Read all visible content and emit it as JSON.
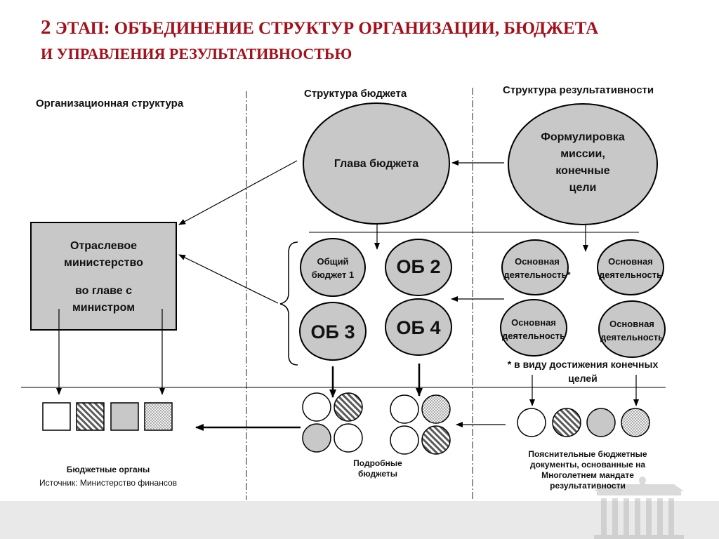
{
  "title": {
    "line1_num": "2",
    "line1_text": "ЭТАП: ОБЪЕДИНЕНИЕ СТРУКТУР ОРГАНИЗАЦИИ, БЮДЖЕТА",
    "line2": "И УПРАВЛЕНИЯ РЕЗУЛЬТАТИВНОСТЬЮ"
  },
  "columns": {
    "org": "Организационная структура",
    "budget": "Структура бюджета",
    "performance": "Структура результативности"
  },
  "ministry": {
    "line1": "Отраслевое",
    "line2": "министерство",
    "line3": "во главе с",
    "line4": "министром"
  },
  "budget_head": "Глава бюджета",
  "mission": {
    "line1": "Формулировка",
    "line2": "миссии,",
    "line3": "конечные",
    "line4": "цели"
  },
  "budgets": {
    "general_line1": "Общий",
    "general_line2": "бюджет 1",
    "ob2": "ОБ 2",
    "ob3": "ОБ 3",
    "ob4": "ОБ 4"
  },
  "activities": {
    "a1_line1": "Основная",
    "a1_line2": "деятельность*",
    "a2_line1": "Основная",
    "a2_line2": "деятельность",
    "a3_line1": "Основная",
    "a3_line2": "деятельность",
    "a4_line1": "Основная",
    "a4_line2": "деятельность"
  },
  "footnote": {
    "line1": "* в виду достижения конечных",
    "line2": "целей"
  },
  "bottom_labels": {
    "budget_bodies": "Бюджетные органы",
    "source": "Источник: Министерство финансов",
    "detailed_line1": "Подробные",
    "detailed_line2": "бюджеты",
    "explanatory_line1": "Пояснительные бюджетные",
    "explanatory_line2": "документы, основанные на",
    "explanatory_line3": "Многолетнем мандате",
    "explanatory_line4": "результативности"
  },
  "colors": {
    "title": "#a4101b",
    "circle_fill": "#c8c8c8",
    "box_fill": "#c8c8c8",
    "footer_band": "#e9e9e9"
  }
}
